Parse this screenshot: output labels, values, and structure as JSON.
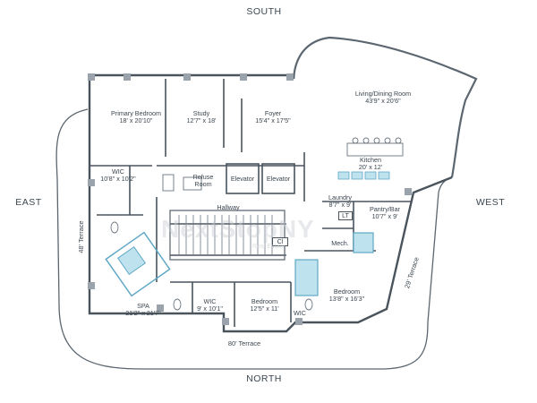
{
  "compass": {
    "south": "SOUTH",
    "north": "NORTH",
    "east": "EAST",
    "west": "WEST"
  },
  "terraces": {
    "east": "48' Terrace",
    "south": "80' Terrace",
    "west": "29' Terrace"
  },
  "rooms": {
    "primary_bedroom": {
      "name": "Primary Bedroom",
      "dim": "18' x 20'10\""
    },
    "study": {
      "name": "Study",
      "dim": "12'7\" x 18'"
    },
    "foyer": {
      "name": "Foyer",
      "dim": "15'4\" x 17'5\""
    },
    "living_dining": {
      "name": "Living/Dining Room",
      "dim": "43'9\" x 20'6\""
    },
    "kitchen": {
      "name": "Kitchen",
      "dim": "20' x 12'"
    },
    "laundry": {
      "name": "Laundry",
      "dim": "8'7\" x 9'"
    },
    "pantry_bar": {
      "name": "Pantry/Bar",
      "dim": "10'7\" x 9'"
    },
    "wic_east": {
      "name": "WIC",
      "dim": "10'8\" x 10'2\""
    },
    "spa": {
      "name": "SPA",
      "dim": "21'2\" x 21'7\""
    },
    "wic_center": {
      "name": "WIC",
      "dim": "9' x 10'1\""
    },
    "bedroom_center": {
      "name": "Bedroom",
      "dim": "12'5\" x 11'"
    },
    "bedroom_west": {
      "name": "Bedroom",
      "dim": "13'8\" x 16'3\""
    },
    "wic_small": {
      "name": "WIC"
    },
    "refuse_room": {
      "name": "Refuse Room"
    },
    "elevator_1": {
      "name": "Elevator"
    },
    "elevator_2": {
      "name": "Elevator"
    },
    "hallway": {
      "name": "Hallway"
    },
    "closet": {
      "name": "Cl"
    },
    "mech": {
      "name": "Mech."
    },
    "lt": {
      "name": "LT"
    }
  },
  "watermark": {
    "brand": "NextStopNY",
    "sub": "Real Estate"
  }
}
